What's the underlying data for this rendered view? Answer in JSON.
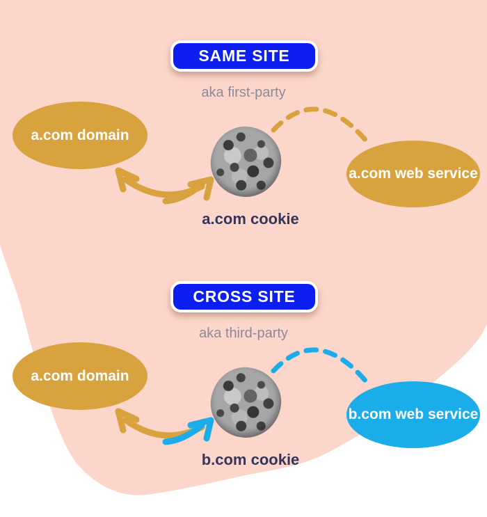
{
  "colors": {
    "page_background": "#ffffff",
    "blob": "#fcd6ca",
    "badge_blue": "#0c1ef0",
    "gold": "#d8a33e",
    "cyan": "#1badea",
    "cookie_label_navy": "#33355b",
    "subtitle_gray": "#8d8a96",
    "ellipse_text": "#ffffff"
  },
  "sections": [
    {
      "badge": "SAME SITE",
      "subtitle": "aka first-party",
      "domain": "a.com domain",
      "service": "a.com web service",
      "cookie": "a.com cookie",
      "domain_color": "#d8a33e",
      "service_color": "#d8a33e",
      "arc_color": "#d8a33e",
      "arrow_left_color": "#d8a33e",
      "arrow_right_color": "#d8a33e"
    },
    {
      "badge": "CROSS SITE",
      "subtitle": "aka third-party",
      "domain": "a.com domain",
      "service": "b.com web service",
      "cookie": "b.com cookie",
      "domain_color": "#d8a33e",
      "service_color": "#1badea",
      "arc_color": "#1badea",
      "arrow_left_color": "#d8a33e",
      "arrow_right_color": "#1badea"
    }
  ]
}
